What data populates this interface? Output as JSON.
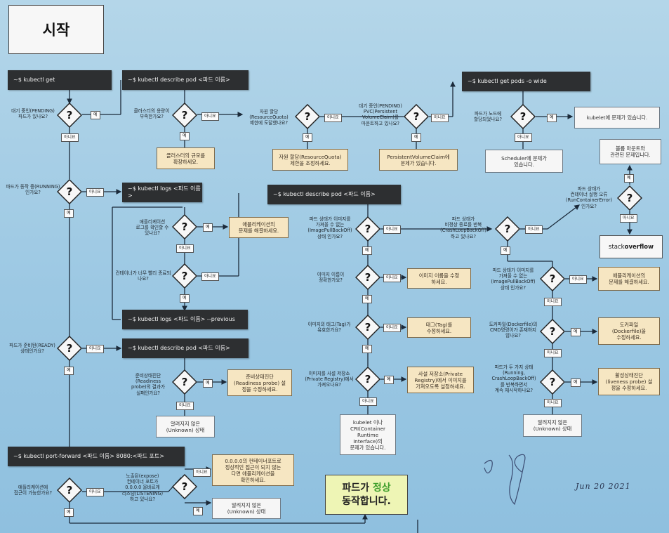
{
  "start": {
    "title": "시작"
  },
  "commands": {
    "get": "~$ kubectl get",
    "describe_pod": "~$ kubectl describe pod <파드 이름>",
    "get_pods_wide": "~$ kubectl get pods -o wide",
    "logs": "~$ kubectl logs <파드 이름>",
    "describe_pod_center": "~$ kubectl describe pod <파드 이름>",
    "logs_previous": "~$ kubectl logs <파드 이름> --previous",
    "describe_pod_ready": "~$ kubectl describe pod <파드 이름>",
    "port_forward": "~$ kubectl port-forward <파드 이름> 8080:<파드 포트>"
  },
  "questions": {
    "pending": "대기 중인(PENDING)\n파드가 있나요?",
    "cluster_full": "클러스터의 용량이\n부족한가요?",
    "resource_quota": "자원 할당\n(ResourceQuota)\n제한에 도달했나요?",
    "pvc": "대기 중인(PENDING)\nPVC(Persistent\nVolumeClaim)를\n마운트하고 있나요?",
    "node_assigned": "파드가 노드에\n할당되었나요?",
    "running": "파드가 동작 중(RUNNING)\n인가요?",
    "logs_check": "애플리케이션\n로그를 확인할 수\n있나요?",
    "quick_exit": "컨테이너가 너무 빨리 종료되\n나요?",
    "ready": "파드가 준비된(READY)\n상태인가요?",
    "readiness_fail": "준비상태진단(Readiness\nprobe)의 결과가\n실패인가요?",
    "image_pull": "파드 상태가 이미지를\n가져올 수 없는\n(ImagePullBackOff)\n상태 인가요?",
    "image_name": "이미지 이름이\n정확한가요?",
    "image_tag": "이미지의 태그(Tag)가\n유효한가요?",
    "private_registry": "이미지를 사설 저장소\n(Private Registry)에서\n가져오나요?",
    "crashloop": "파드 상태가\n비정상 종료를 반복\n(CrashLoopBackOff)\n하고 있나요?",
    "run_container_error": "파드 상태가\n컨테이너 실행 오류\n(RunContainerError)\n인가요?",
    "image_pull_right": "파드 상태가 이미지를\n가져올 수 없는\n(ImagePullBackOff)\n상태 인가요?",
    "dockerfile_cmd": "도커파일(Dockerfile)의\nCMD명령어가 존재하지\n않나요?",
    "restarting": "파드가 두 가지 상태\n(Running,\nCrashLoopBackOff)\n를 반복하면서\n계속 재시작하나요?",
    "app_reachable": "애플리케이션에\n접근이 가능한가요?",
    "exposed_listening": "노출된(expose)\n컨테이너 포트가\n0.0.0.0 올바르게\n리스닝(LISTENING)\n하고 있나요?"
  },
  "answers": {
    "scale_cluster": "클러스터의 규모를\n확장하세요.",
    "adjust_quota": "자원 할당(ResourceQuota)\n제한을 조정하세요.",
    "pvc_issue": "PersistentVolumeClaim에\n문제가 있습니다.",
    "kubelet_issue": "kubelet에 문제가 있습니다.",
    "scheduler_issue": "Scheduler에 문제가\n있습니다.",
    "fix_app": "애플리케이션의\n문제를 해결하세요.",
    "unknown_ready": "알려지지 않은\n(Unknown) 상태",
    "fix_readiness": "준비상태진단\n(Readiness probe) 설\n정을 수정하세요.",
    "fix_image_name": "이미지 이름을 수정\n하세요.",
    "fix_tag": "태그(Tag)를\n수정하세요.",
    "registry_secret": "사설 저장소(Private\nRegistry)에서 이미지를\n가져오도록 설정하세요.",
    "cri_issue": "kubelet 이나\nCRI(Container\nRuntime\nInterface)의\n문제가 있습니다.",
    "mount_issue": "볼륨 마운트와\n관련된 문제입니다.",
    "stackoverflow_pre": "stack",
    "stackoverflow_bold": "overflow",
    "fix_app_right": "애플리케이션의\n문제를 해결하세요.",
    "fix_dockerfile": "도커파일\n(Dockerfile)을\n수정하세요.",
    "fix_liveness": "활성상태진단\n(liveness probe) 설\n정을 수정하세요.",
    "unknown_right": "알려지지 않은\n(Unknown) 상태",
    "port_listen_issue": "0.0.0.0의 컨테이너포트로\n정상적인 접근이 되지 않는\n다면 애플리케이션을\n확인하세요.",
    "unknown_bottom": "알려지지 않은\n(Unknown) 상태"
  },
  "final": {
    "line1_pre": "파드가 ",
    "line1_green": "정상",
    "line2": "동작합니다."
  },
  "yn": {
    "yes": "예",
    "no": "아니요"
  },
  "date": "Jun 20 2021",
  "colors": {
    "background": "#a9d1e8",
    "command": "#2d2f31",
    "answer_tan": "#f6e6c2",
    "final_green": "#eef5b5"
  }
}
